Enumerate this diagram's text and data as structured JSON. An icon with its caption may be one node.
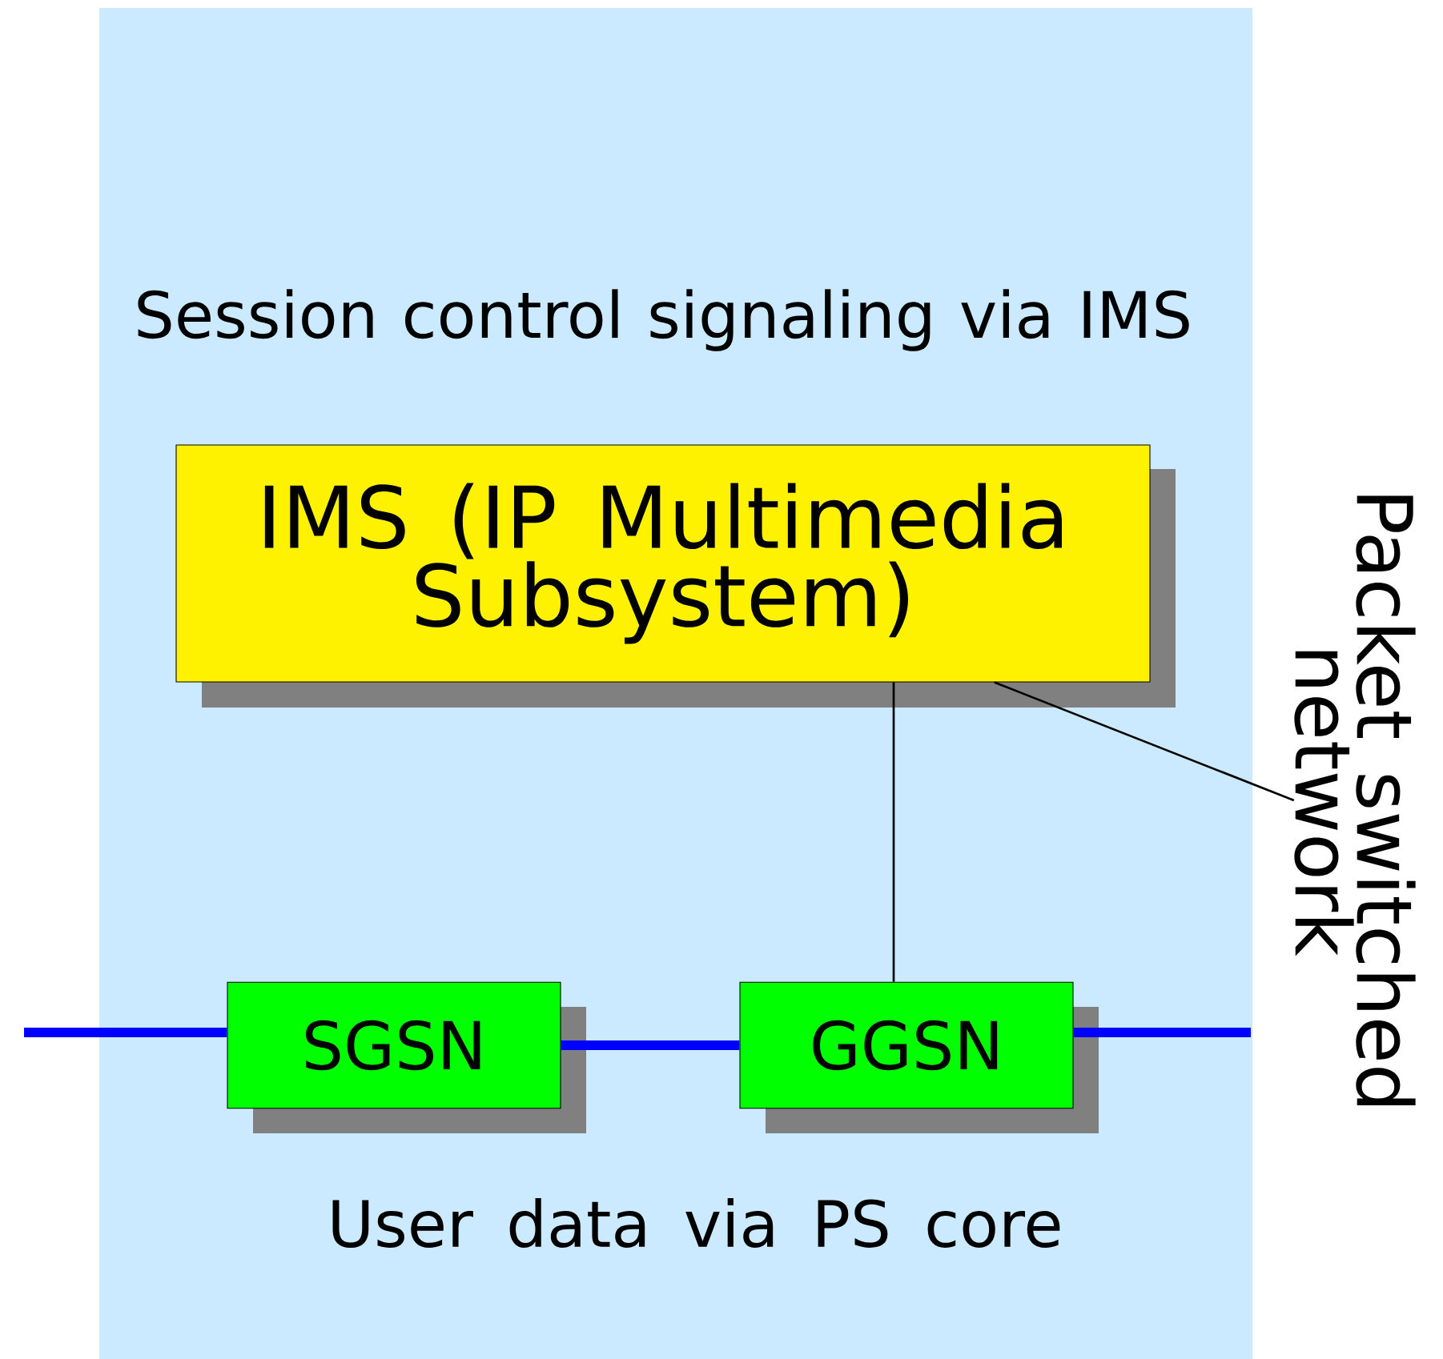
{
  "diagram": {
    "nodes": [
      {
        "text": [
          "IMS (IP Multimedia Subsystem)"
        ]
      },
      {
        "text": [
          "SGSN"
        ]
      },
      {
        "text": [
          "GGSN"
        ]
      },
      {
        "text": [
          "Packet switched network"
        ]
      }
    ],
    "edges": [
      {
        "from": null,
        "to": 1,
        "arrow": "none"
      },
      {
        "from": 1,
        "to": 2,
        "arrow": "none"
      },
      {
        "from": 2,
        "to": null,
        "arrow": "none"
      },
      {
        "from": 0,
        "to": 2,
        "arrow": "none",
        "color": "#000000"
      },
      {
        "from": 3,
        "to": 0,
        "arrow": "none",
        "color": "#000000"
      }
    ],
    "labels": [
      "Session control signaling via IMS",
      "User data via PS core"
    ]
  }
}
